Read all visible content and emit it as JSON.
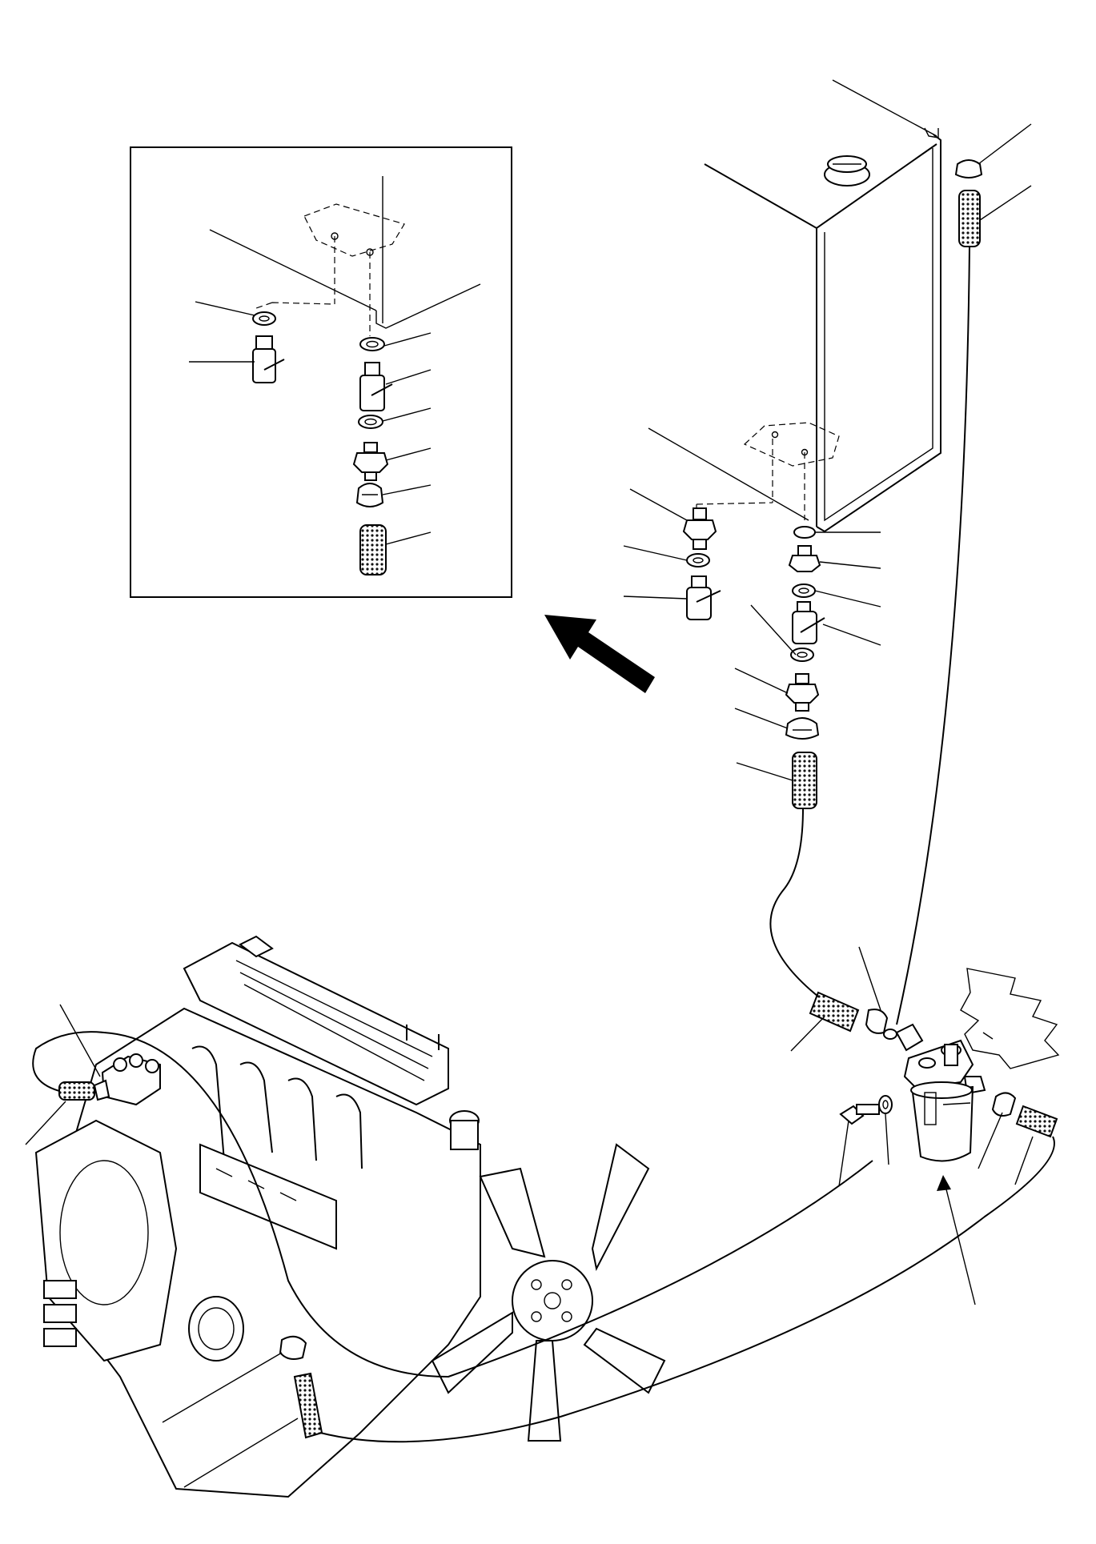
{
  "diagram": {
    "callout_count": 35,
    "has_inset_detail": true,
    "inset_arrow": "left-up",
    "components": [
      "fuel-tank",
      "tank-fittings",
      "fuel-filter",
      "engine",
      "fuel-hoses"
    ]
  }
}
